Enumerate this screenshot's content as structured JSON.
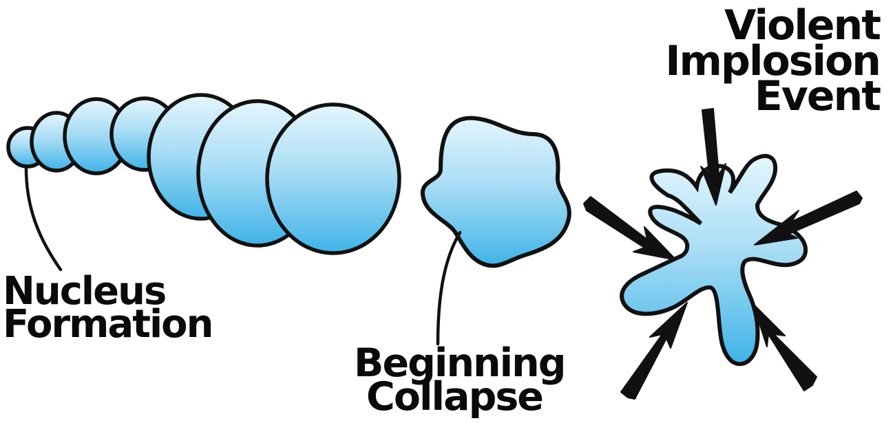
{
  "stages": {
    "nucleus_formation": {
      "line1": "Nucleus",
      "line2": "Formation"
    },
    "beginning_collapse": {
      "line1": "Beginning",
      "line2": "Collapse"
    },
    "violent_implosion": {
      "line1": "Violent",
      "line2": "Implosion",
      "line3": "Event"
    }
  },
  "colors": {
    "bubble_light": "#e4f6fd",
    "bubble_dark": "#3fb3e8",
    "outline": "#111111",
    "text": "#0a0a0a"
  }
}
